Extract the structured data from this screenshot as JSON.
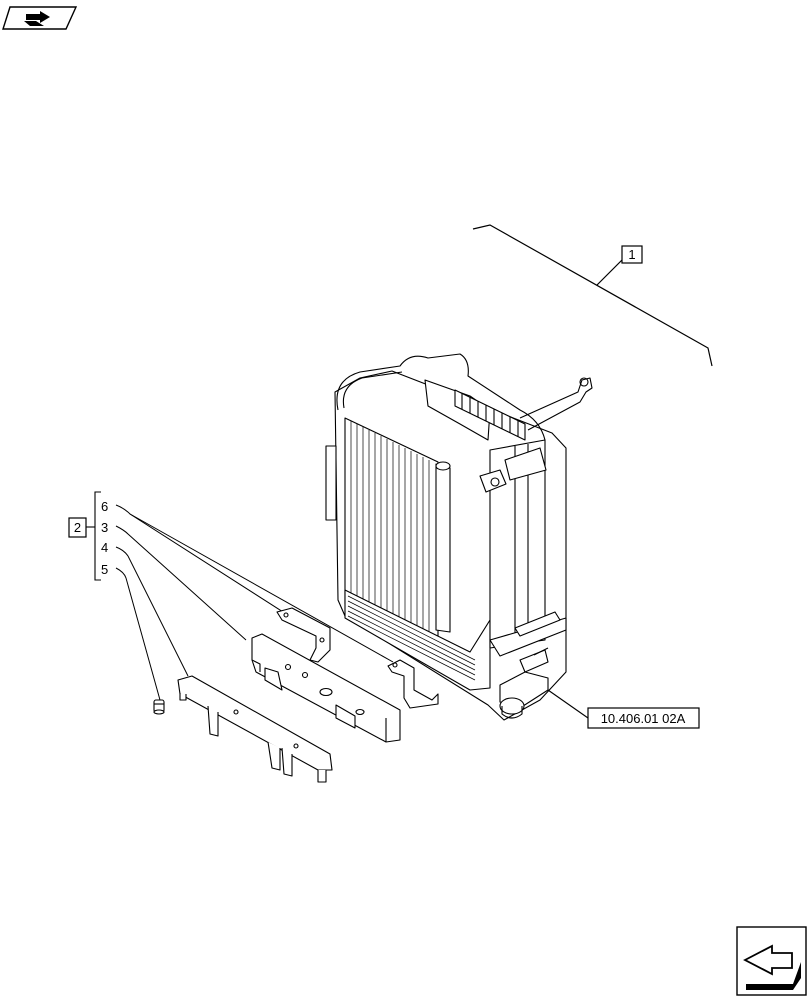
{
  "callouts": {
    "assembly": "1",
    "kit": "2",
    "items": [
      "6",
      "3",
      "4",
      "5"
    ],
    "reference": "10.406.01 02A"
  },
  "icons": {
    "top_left": "previous-page-arrow-icon",
    "bottom_right": "next-page-arrow-icon"
  },
  "colors": {
    "line": "#000000",
    "background": "#ffffff"
  }
}
